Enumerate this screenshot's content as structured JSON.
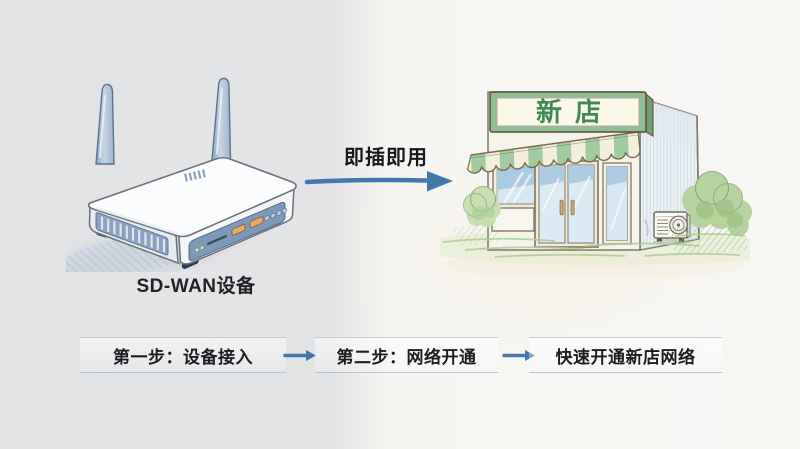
{
  "device": {
    "label": "SD-WAN设备"
  },
  "flow": {
    "label": "即插即用"
  },
  "store": {
    "sign_text": "新店"
  },
  "steps": {
    "items": [
      {
        "label": "第一步：设备接入"
      },
      {
        "label": "第二步：网络开通"
      },
      {
        "label": "快速开通新店网络"
      }
    ]
  },
  "icons": {
    "flow_arrow": "right-arrow",
    "step_arrow": "right-arrow"
  },
  "colors": {
    "arrow_blue": "#4478aa",
    "sign_green": "#3e8a54",
    "sign_frame_green": "#8fbd95",
    "awning_green": "#a3cba0",
    "device_panel_blue": "#7e98b7",
    "background_left": "#e3e4e6",
    "background_right": "#f8f7f4",
    "step_text": "#1b1d20",
    "band_line": "#b6c3d2"
  }
}
